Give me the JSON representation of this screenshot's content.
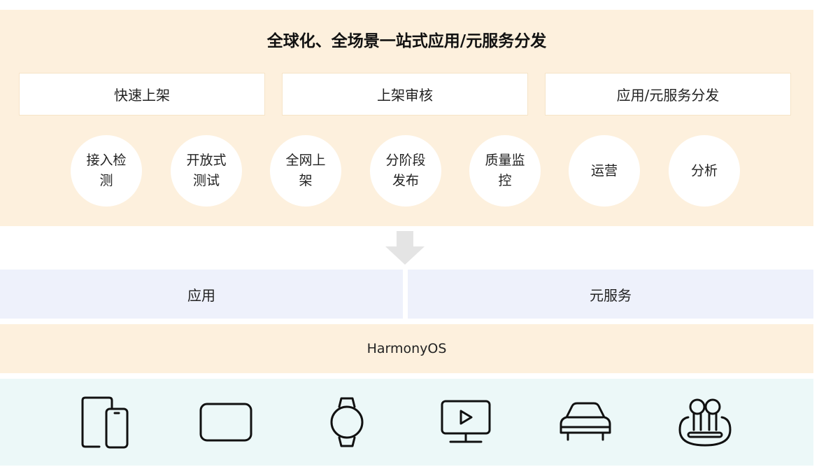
{
  "title": "全球化、全场景一站式应用/元服务分发",
  "categories": [
    {
      "label": "快速上架"
    },
    {
      "label": "上架审核"
    },
    {
      "label": "应用/元服务分发"
    }
  ],
  "steps": [
    {
      "label": "接入检测"
    },
    {
      "label": "开放式测试"
    },
    {
      "label": "全网上架"
    },
    {
      "label": "分阶段发布"
    },
    {
      "label": "质量监控"
    },
    {
      "label": "运营"
    },
    {
      "label": "分析"
    }
  ],
  "layers": {
    "app": "应用",
    "service": "元服务",
    "os": "HarmonyOS"
  },
  "devices": [
    {
      "icon": "phone-icon"
    },
    {
      "icon": "tablet-icon"
    },
    {
      "icon": "watch-icon"
    },
    {
      "icon": "tv-icon"
    },
    {
      "icon": "car-icon"
    },
    {
      "icon": "earbuds-icon"
    }
  ],
  "colors": {
    "top_panel": "#fdf0dd",
    "layer_blue": "#eef1fb",
    "device_panel": "#ecf8f8",
    "arrow": "#e4e4e4"
  }
}
